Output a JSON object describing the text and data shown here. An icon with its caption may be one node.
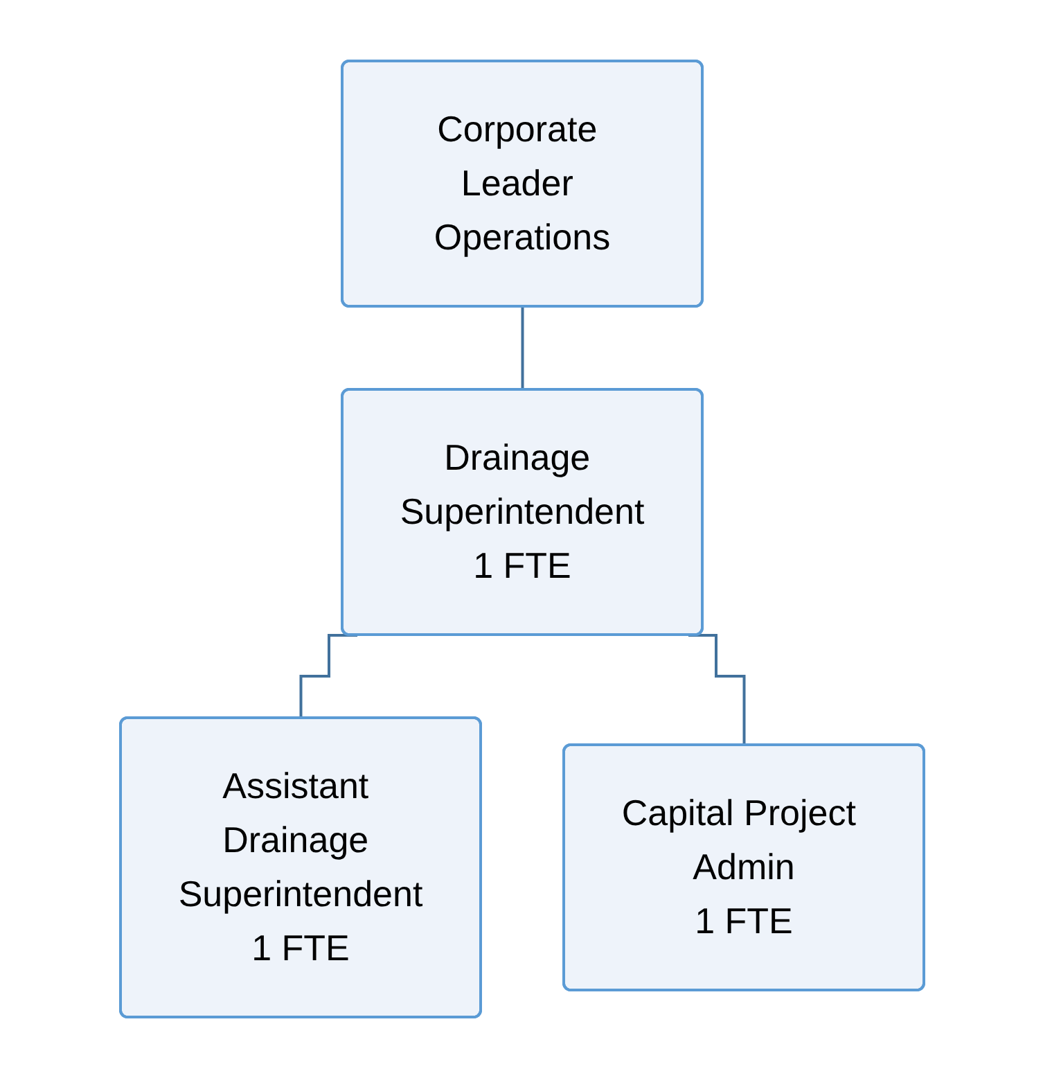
{
  "diagram": {
    "nodes": [
      {
        "text": [
          "Corporate Leader Operations"
        ]
      },
      {
        "text": [
          "Drainage Superintendent",
          "1 FTE"
        ]
      },
      {
        "text": [
          "Assistant Drainage Superintendent",
          "1 FTE"
        ]
      },
      {
        "text": [
          "Capital Project Admin",
          "1 FTE"
        ]
      }
    ],
    "edges": [
      {
        "from": 0,
        "to": 1,
        "arrow": "none"
      },
      {
        "from": 1,
        "to": 2,
        "arrow": "none"
      },
      {
        "from": 1,
        "to": 3,
        "arrow": "none"
      }
    ]
  }
}
